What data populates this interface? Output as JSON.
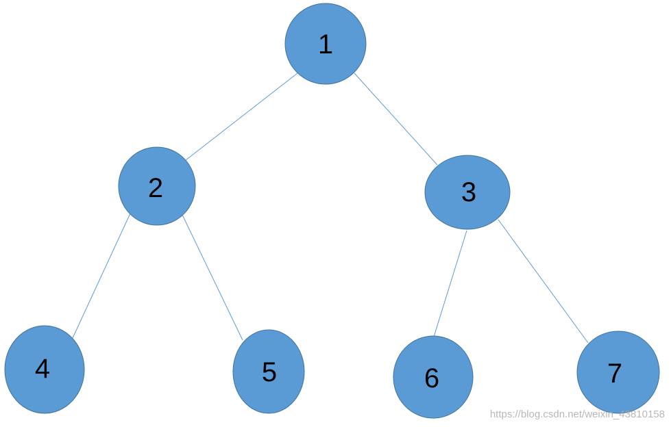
{
  "diagram": {
    "nodes": [
      {
        "id": "n1",
        "label": "1"
      },
      {
        "id": "n2",
        "label": "2"
      },
      {
        "id": "n3",
        "label": "3"
      },
      {
        "id": "n4",
        "label": "4"
      },
      {
        "id": "n5",
        "label": "5"
      },
      {
        "id": "n6",
        "label": "6"
      },
      {
        "id": "n7",
        "label": "7"
      }
    ],
    "edges": [
      {
        "from": "n1",
        "to": "n2"
      },
      {
        "from": "n1",
        "to": "n3"
      },
      {
        "from": "n2",
        "to": "n4"
      },
      {
        "from": "n2",
        "to": "n5"
      },
      {
        "from": "n3",
        "to": "n6"
      },
      {
        "from": "n3",
        "to": "n7"
      }
    ],
    "colors": {
      "node_fill": "#5B9BD5",
      "node_stroke": "#41719C",
      "edge": "#5B9BD5"
    }
  },
  "watermark": "https://blog.csdn.net/weixin_43810158"
}
